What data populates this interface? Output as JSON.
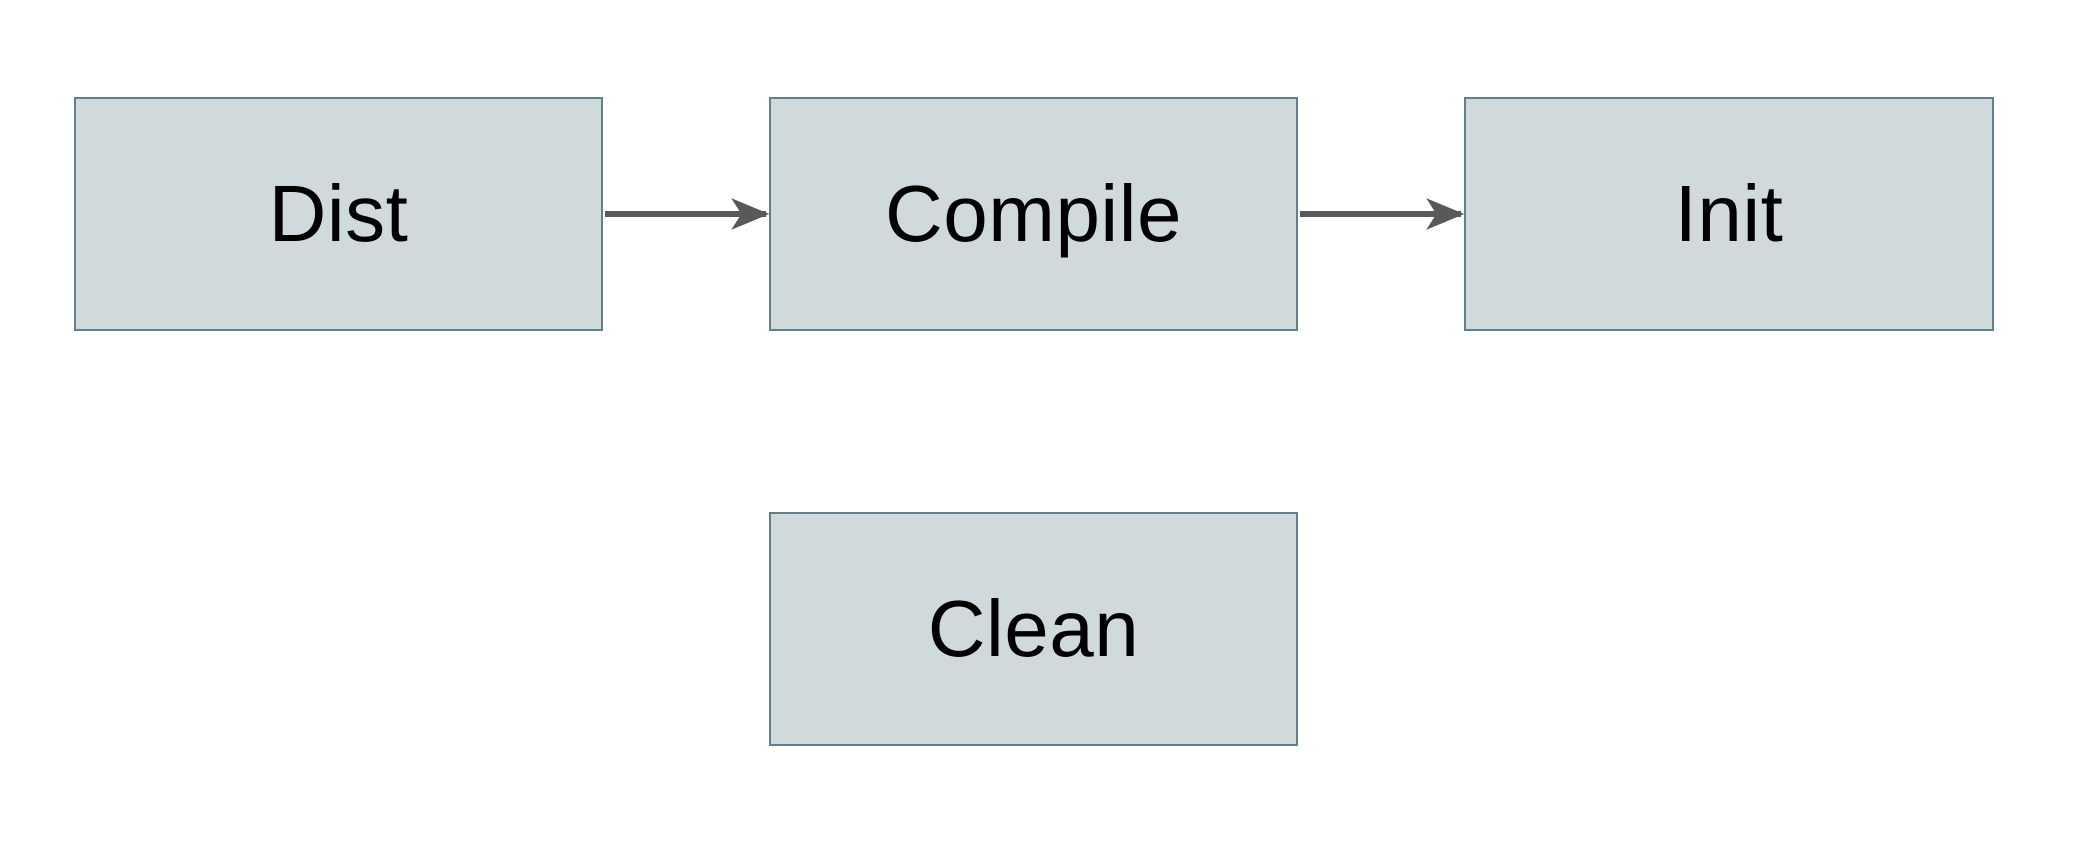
{
  "diagram": {
    "title": "build-targets-flowchart",
    "background_color": "#ffffff",
    "colors": {
      "node_fill": "#d0d9dc",
      "node_border": "#60808c",
      "arrow": "#595959",
      "label": "#000000"
    },
    "nodes": [
      {
        "id": "dist",
        "label": "Dist"
      },
      {
        "id": "compile",
        "label": "Compile"
      },
      {
        "id": "init",
        "label": "Init"
      },
      {
        "id": "clean",
        "label": "Clean"
      }
    ],
    "edges": [
      {
        "from": "Dist",
        "to": "Compile",
        "style": "solid-arrow"
      },
      {
        "from": "Compile",
        "to": "Init",
        "style": "solid-arrow"
      }
    ]
  }
}
